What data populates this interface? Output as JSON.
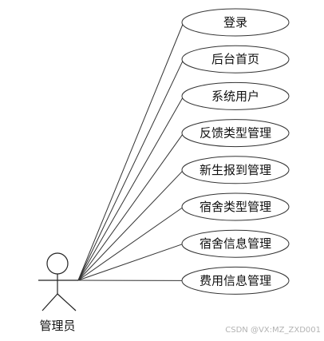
{
  "diagram": {
    "actor": {
      "label": "管理员"
    },
    "use_cases": [
      {
        "label": "登录"
      },
      {
        "label": "后台首页"
      },
      {
        "label": "系统用户"
      },
      {
        "label": "反馈类型管理"
      },
      {
        "label": "新生报到管理"
      },
      {
        "label": "宿舍类型管理"
      },
      {
        "label": "宿舍信息管理"
      },
      {
        "label": "费用信息管理"
      }
    ]
  },
  "watermark": "CSDN @VX:MZ_ZXD001"
}
